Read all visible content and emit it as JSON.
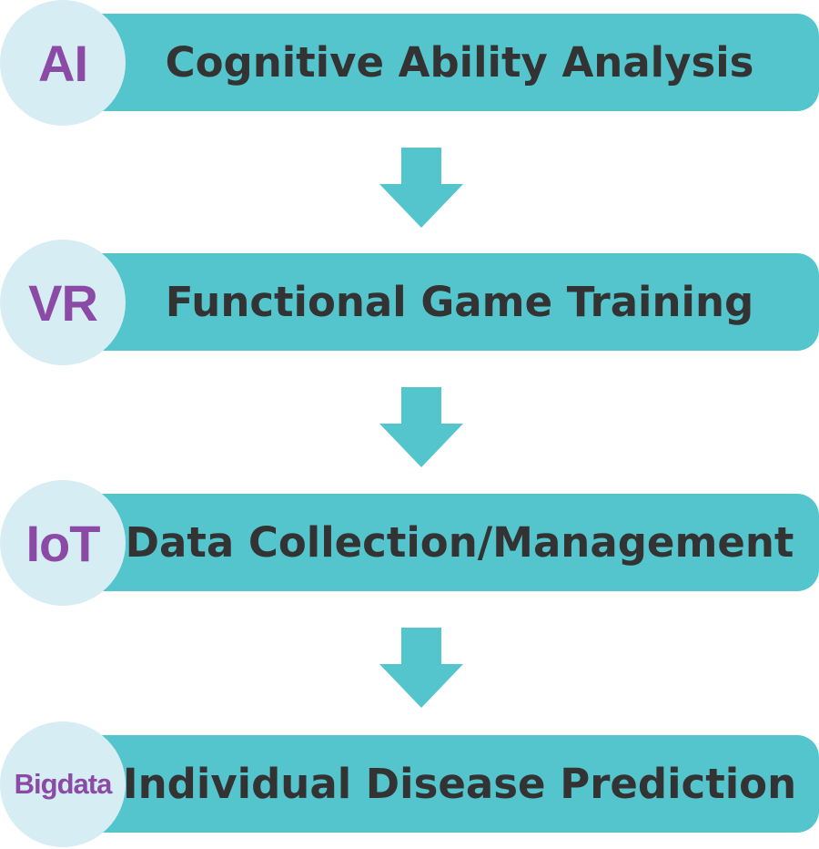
{
  "colors": {
    "bar": "#54c5cc",
    "arrow": "#54c5cc",
    "circle": "#d6edf3",
    "badge_text": "#8a4aa5",
    "step_text": "#333333"
  },
  "steps": [
    {
      "badge": "AI",
      "label": "Cognitive Ability Analysis"
    },
    {
      "badge": "VR",
      "label": "Functional Game Training"
    },
    {
      "badge": "IoT",
      "label": "Data Collection/Management"
    },
    {
      "badge": "Bigdata",
      "label": "Individual Disease Prediction"
    }
  ]
}
